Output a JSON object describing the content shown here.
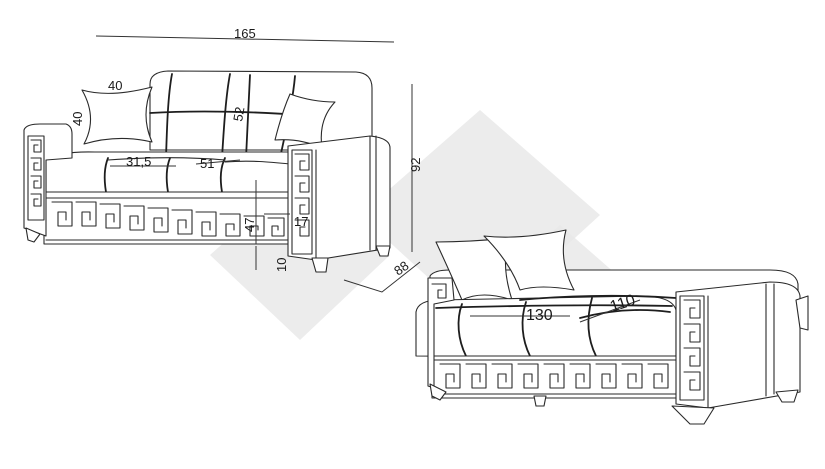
{
  "dimensions": {
    "width_total": "165",
    "height_total": "92",
    "depth": "88",
    "pillow": "40",
    "pillow_side": "40",
    "back_height": "52",
    "seat_depth": "51",
    "seat_cushion": "31,5",
    "seat_height": "47",
    "armrest": "17",
    "leg_height": "10",
    "bed_length": "130",
    "bed_width": "110"
  },
  "colors": {
    "line": "#2a2a2a",
    "watermark": "#e9e9e9"
  }
}
